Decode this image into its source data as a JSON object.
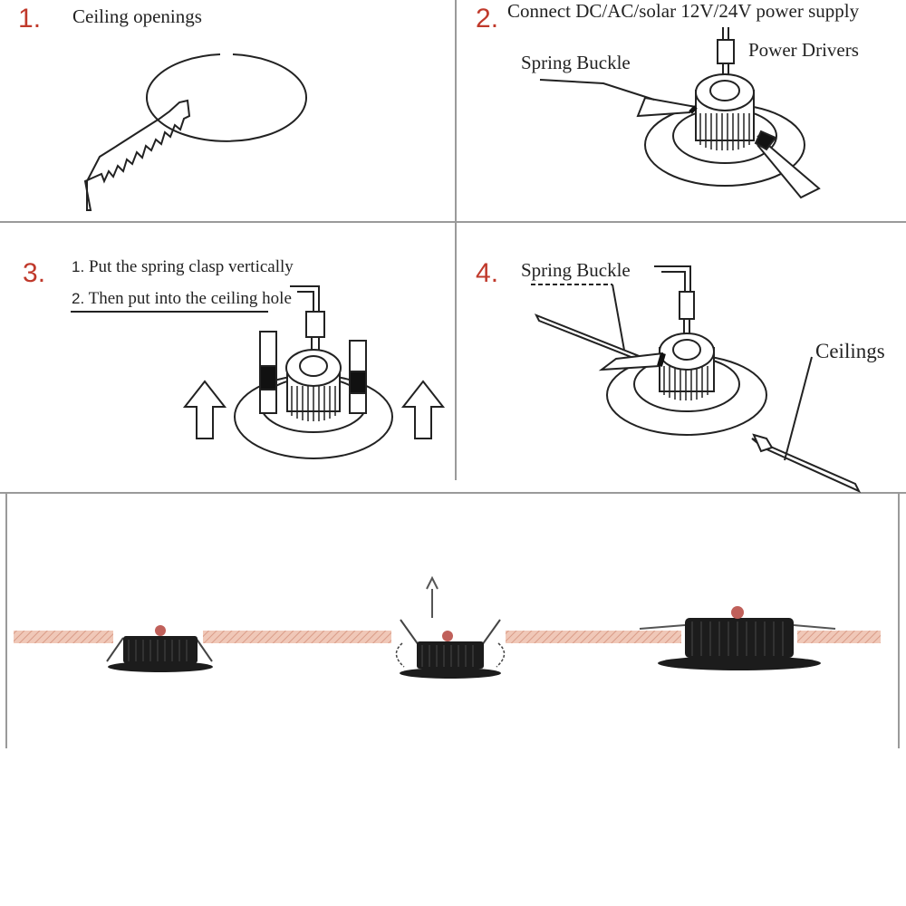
{
  "steps": [
    {
      "number": "1",
      "label": "Ceiling openings"
    },
    {
      "number": "2",
      "title": "Connect DC/AC/solar 12V/24V power supply",
      "callout_driver": "Power Drivers",
      "callout_buckle": "Spring Buckle"
    },
    {
      "number": "3",
      "line1_num": "1",
      "line1": "Put the spring clasp vertically",
      "line2_num": "2",
      "line2": "Then put into the ceiling hole"
    },
    {
      "number": "4",
      "callout_buckle": "Spring Buckle",
      "callout_ceiling": "Ceilings"
    }
  ],
  "colors": {
    "step_number": "#c0392b",
    "rule": "#9a9a9a",
    "ceiling": "#e8b4a4",
    "light_body": "#1c1c1c"
  }
}
